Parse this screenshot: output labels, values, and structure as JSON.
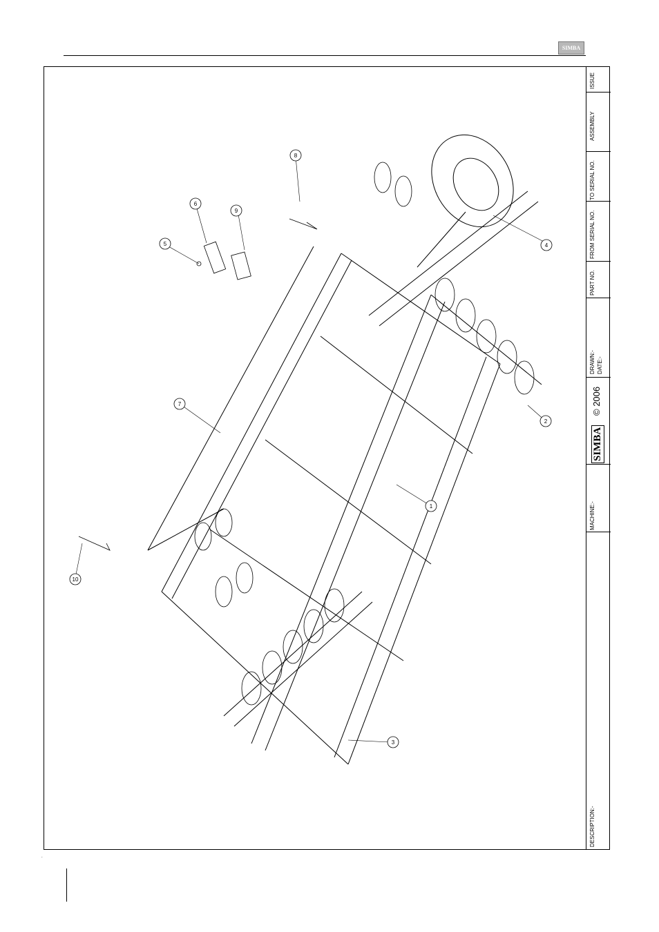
{
  "header": {
    "logo_text": "SIMBA"
  },
  "title_block": {
    "issue": "ISSUE",
    "assembly": "ASSEMBLY",
    "to_serial": "TO SERIAL NO.",
    "from_serial": "FROM SERIAL NO.",
    "part_no": "PART NO.",
    "drawn": "DRAWN:-",
    "date": "DATE:-",
    "copyright": "© 2006",
    "brand": "SIMBA",
    "machine": "MACHINE:-",
    "description": "DESCRIPTION:-"
  },
  "callouts": [
    "1",
    "2",
    "3",
    "4",
    "5",
    "6",
    "7",
    "8",
    "9",
    "10"
  ]
}
